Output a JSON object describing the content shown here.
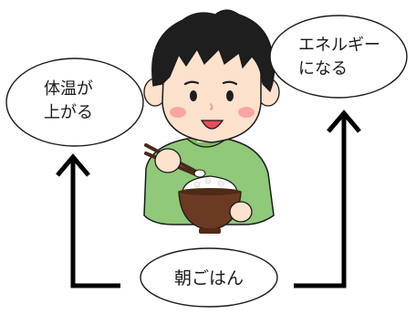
{
  "bubbles": {
    "left": {
      "line1": "体温が",
      "line2": "上がる"
    },
    "right": {
      "line1": "エネルギー",
      "line2": "になる"
    },
    "bottom": {
      "label": "朝ごはん"
    }
  },
  "colors": {
    "outline": "#1a1a1a",
    "arrow": "#000000",
    "hair": "#1e1e1e",
    "skin": "#fce1cc",
    "cheek": "#f7a7a2",
    "mouth": "#e94d55",
    "sweater": "#90c97a",
    "sweater_dark": "#6fae58",
    "bowl": "#6b3a22",
    "bowl_rim": "#4f2a17",
    "rice": "#ffffff",
    "chopsticks": "#4b2a1a"
  },
  "icons": {
    "character": "boy-eating-rice-icon",
    "bowl": "rice-bowl-icon",
    "chopsticks": "chopsticks-icon"
  }
}
